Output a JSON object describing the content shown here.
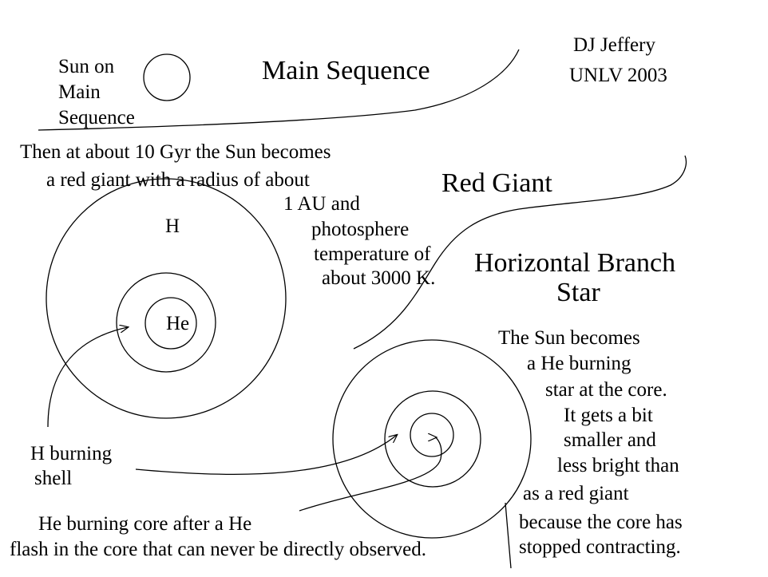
{
  "credit": {
    "line1": "DJ Jeffery",
    "line2": "UNLV 2003"
  },
  "main_sequence": {
    "title": "Main Sequence",
    "label": [
      "Sun on",
      "Main",
      "Sequence"
    ]
  },
  "red_giant": {
    "title": "Red Giant",
    "text": [
      "Then at about 10 Gyr the Sun becomes",
      "a red giant with a radius of about",
      "1 AU  and",
      "photosphere",
      "temperature of",
      "about 3000 K."
    ],
    "h_label": "H",
    "he_label": "He",
    "shell_label": [
      "H burning",
      "shell"
    ]
  },
  "horizontal_branch": {
    "title_line1": "Horizontal Branch",
    "title_line2": "Star",
    "text": [
      "The Sun becomes",
      "a He burning",
      "star at the core.",
      "It gets a bit",
      "smaller and",
      "less bright than",
      "as a red giant",
      "because the core has",
      "stopped contracting."
    ],
    "core_label": [
      "He burning core after a He",
      "flash in the core that can never be directly observed."
    ]
  }
}
